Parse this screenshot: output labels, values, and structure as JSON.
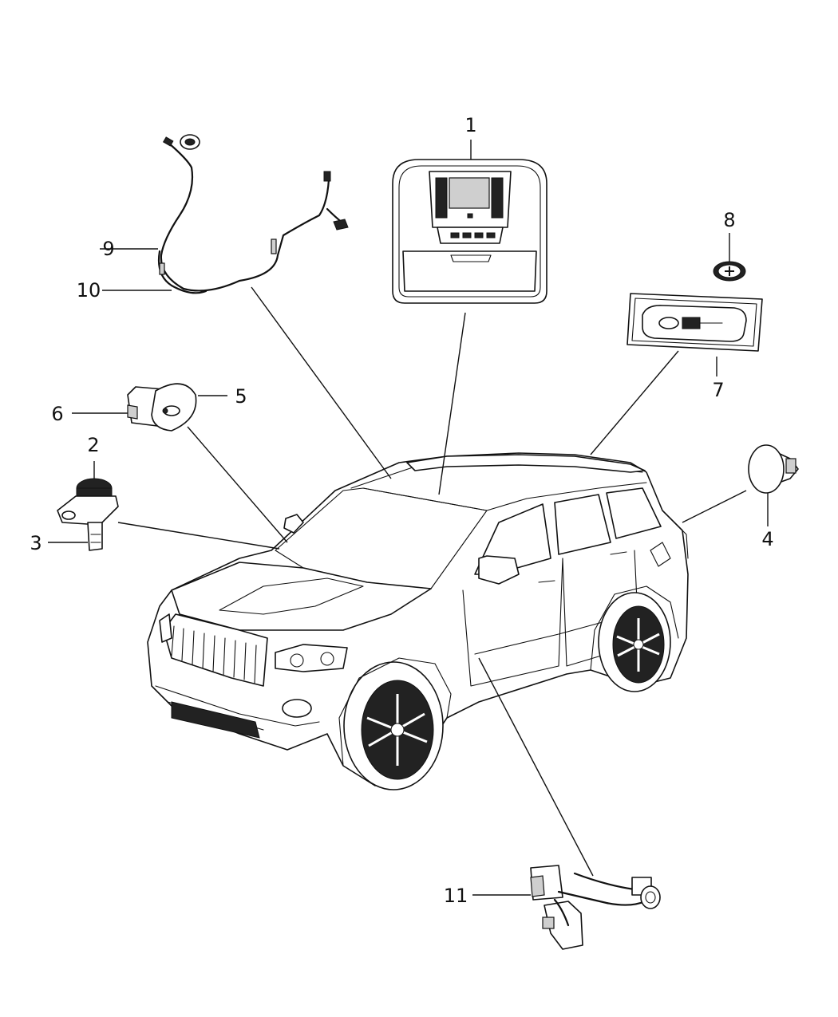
{
  "callouts": {
    "c1": "1",
    "c2": "2",
    "c3": "3",
    "c4": "4",
    "c5": "5",
    "c6": "6",
    "c7": "7",
    "c8": "8",
    "c9": "9",
    "c10": "10",
    "c11": "11"
  },
  "icons": {
    "overhead_console": "overhead-console-icon",
    "sensor": "sensor-icon",
    "dome_lamp": "dome-lamp-icon",
    "switch": "switch-icon",
    "cargo_lamp": "cargo-lamp-icon",
    "plug": "plug-icon",
    "wire_harness": "wire-harness-icon",
    "vehicle": "suv-vehicle-icon"
  },
  "colors": {
    "line": "#111111",
    "background": "#ffffff"
  }
}
